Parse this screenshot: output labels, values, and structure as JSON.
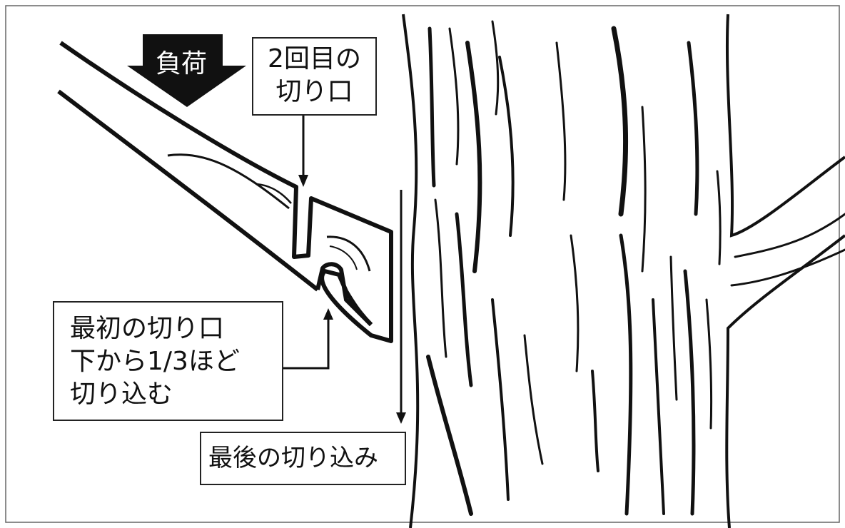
{
  "labels": {
    "load": "負荷",
    "second_cut": [
      "2回目の",
      "切り口"
    ],
    "first_cut": [
      "最初の切り口",
      "下から1/3ほど",
      "切り込む"
    ],
    "final_cut": "最後の切り込み"
  },
  "colors": {
    "line": "#111111",
    "background": "#ffffff",
    "frame": "#666666"
  }
}
